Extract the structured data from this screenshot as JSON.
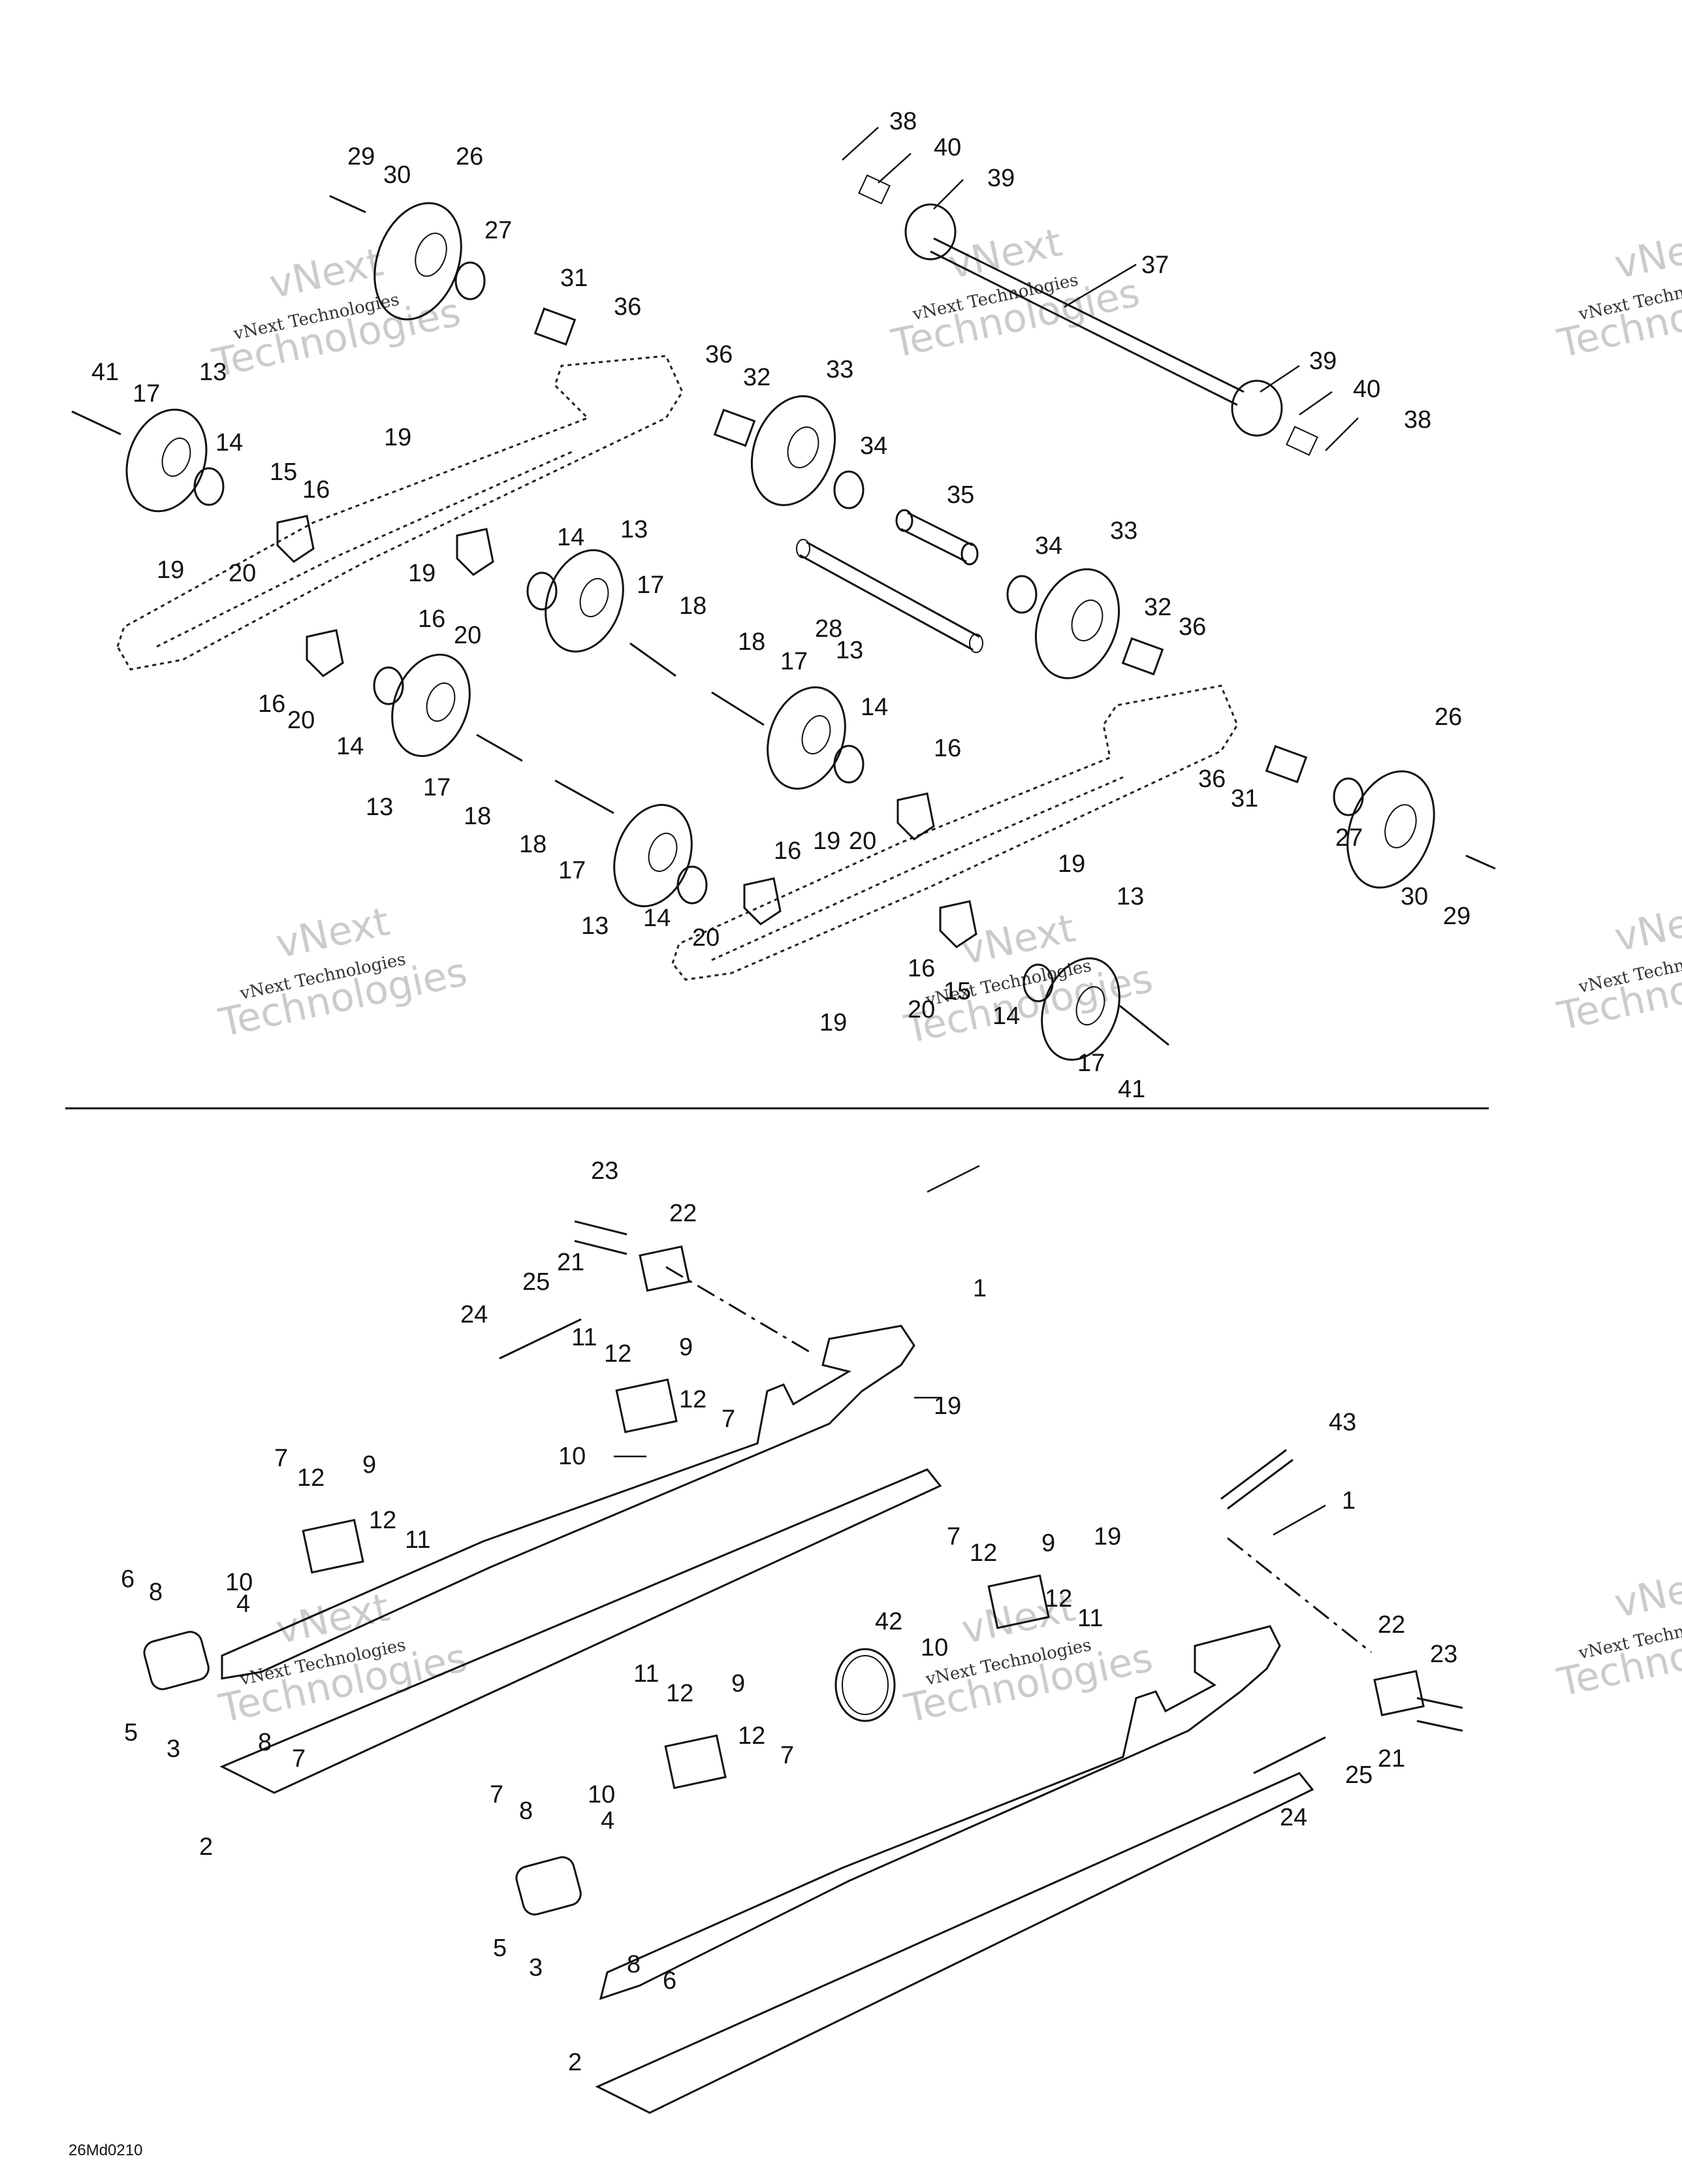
{
  "drawing_code": "26Md0210",
  "watermark": {
    "line1": "vNext Technologies",
    "line2": "vNext",
    "line3": "Technologies"
  },
  "callouts": [
    {
      "id": "c29a",
      "text": "29"
    },
    {
      "id": "c30a",
      "text": "30"
    },
    {
      "id": "c26a",
      "text": "26"
    },
    {
      "id": "c27a",
      "text": "27"
    },
    {
      "id": "c31a",
      "text": "31"
    },
    {
      "id": "c36a",
      "text": "36"
    },
    {
      "id": "c41a",
      "text": "41"
    },
    {
      "id": "c17a",
      "text": "17"
    },
    {
      "id": "c13a",
      "text": "13"
    },
    {
      "id": "c14a",
      "text": "14"
    },
    {
      "id": "c15a",
      "text": "15"
    },
    {
      "id": "c16a",
      "text": "16"
    },
    {
      "id": "c19a",
      "text": "19"
    },
    {
      "id": "c20a",
      "text": "20"
    },
    {
      "id": "c19b",
      "text": "19"
    },
    {
      "id": "c19c",
      "text": "19"
    },
    {
      "id": "c16b",
      "text": "16"
    },
    {
      "id": "c20b",
      "text": "20"
    },
    {
      "id": "c14b",
      "text": "14"
    },
    {
      "id": "c13b",
      "text": "13"
    },
    {
      "id": "c17b",
      "text": "17"
    },
    {
      "id": "c18a",
      "text": "18"
    },
    {
      "id": "c36b",
      "text": "36"
    },
    {
      "id": "c32a",
      "text": "32"
    },
    {
      "id": "c33a",
      "text": "33"
    },
    {
      "id": "c34a",
      "text": "34"
    },
    {
      "id": "c35a",
      "text": "35"
    },
    {
      "id": "c28a",
      "text": "28"
    },
    {
      "id": "c34b",
      "text": "34"
    },
    {
      "id": "c33b",
      "text": "33"
    },
    {
      "id": "c32b",
      "text": "32"
    },
    {
      "id": "c36c",
      "text": "36"
    },
    {
      "id": "c38a",
      "text": "38"
    },
    {
      "id": "c40a",
      "text": "40"
    },
    {
      "id": "c39a",
      "text": "39"
    },
    {
      "id": "c37a",
      "text": "37"
    },
    {
      "id": "c39b",
      "text": "39"
    },
    {
      "id": "c40b",
      "text": "40"
    },
    {
      "id": "c38b",
      "text": "38"
    },
    {
      "id": "c16c",
      "text": "16"
    },
    {
      "id": "c20c",
      "text": "20"
    },
    {
      "id": "c14c",
      "text": "14"
    },
    {
      "id": "c13c",
      "text": "13"
    },
    {
      "id": "c17c",
      "text": "17"
    },
    {
      "id": "c18b",
      "text": "18"
    },
    {
      "id": "c18c",
      "text": "18"
    },
    {
      "id": "c17d",
      "text": "17"
    },
    {
      "id": "c13d",
      "text": "13"
    },
    {
      "id": "c14d",
      "text": "14"
    },
    {
      "id": "c16d",
      "text": "16"
    },
    {
      "id": "c19d",
      "text": "19"
    },
    {
      "id": "c20d",
      "text": "20"
    },
    {
      "id": "c19e",
      "text": "19"
    },
    {
      "id": "c18d",
      "text": "18"
    },
    {
      "id": "c17e",
      "text": "17"
    },
    {
      "id": "c13e",
      "text": "13"
    },
    {
      "id": "c14e",
      "text": "14"
    },
    {
      "id": "c16e",
      "text": "16"
    },
    {
      "id": "c20e",
      "text": "20"
    },
    {
      "id": "c19f",
      "text": "19"
    },
    {
      "id": "c16f",
      "text": "16"
    },
    {
      "id": "c15b",
      "text": "15"
    },
    {
      "id": "c20f",
      "text": "20"
    },
    {
      "id": "c14f",
      "text": "14"
    },
    {
      "id": "c13f",
      "text": "13"
    },
    {
      "id": "c17f",
      "text": "17"
    },
    {
      "id": "c41b",
      "text": "41"
    },
    {
      "id": "c36d",
      "text": "36"
    },
    {
      "id": "c31b",
      "text": "31"
    },
    {
      "id": "c26b",
      "text": "26"
    },
    {
      "id": "c27b",
      "text": "27"
    },
    {
      "id": "c30b",
      "text": "30"
    },
    {
      "id": "c29b",
      "text": "29"
    },
    {
      "id": "c23a",
      "text": "23"
    },
    {
      "id": "c22a",
      "text": "22"
    },
    {
      "id": "c21a",
      "text": "21"
    },
    {
      "id": "c25a",
      "text": "25"
    },
    {
      "id": "c24a",
      "text": "24"
    },
    {
      "id": "c1a",
      "text": "1"
    },
    {
      "id": "c11a",
      "text": "11"
    },
    {
      "id": "c12a",
      "text": "12"
    },
    {
      "id": "c9a",
      "text": "9"
    },
    {
      "id": "c12b",
      "text": "12"
    },
    {
      "id": "c19g",
      "text": "19"
    },
    {
      "id": "c7a",
      "text": "7"
    },
    {
      "id": "c10a",
      "text": "10"
    },
    {
      "id": "c7b",
      "text": "7"
    },
    {
      "id": "c12c",
      "text": "12"
    },
    {
      "id": "c9b",
      "text": "9"
    },
    {
      "id": "c12d",
      "text": "12"
    },
    {
      "id": "c11b",
      "text": "11"
    },
    {
      "id": "c10b",
      "text": "10"
    },
    {
      "id": "c6a",
      "text": "6"
    },
    {
      "id": "c8a",
      "text": "8"
    },
    {
      "id": "c4a",
      "text": "4"
    },
    {
      "id": "c5a",
      "text": "5"
    },
    {
      "id": "c3a",
      "text": "3"
    },
    {
      "id": "c8b",
      "text": "8"
    },
    {
      "id": "c7c",
      "text": "7"
    },
    {
      "id": "c2a",
      "text": "2"
    },
    {
      "id": "c43a",
      "text": "43"
    },
    {
      "id": "c1b",
      "text": "1"
    },
    {
      "id": "c19h",
      "text": "19"
    },
    {
      "id": "c7d",
      "text": "7"
    },
    {
      "id": "c12e",
      "text": "12"
    },
    {
      "id": "c9c",
      "text": "9"
    },
    {
      "id": "c12f",
      "text": "12"
    },
    {
      "id": "c11c",
      "text": "11"
    },
    {
      "id": "c10c",
      "text": "10"
    },
    {
      "id": "c42a",
      "text": "42"
    },
    {
      "id": "c11d",
      "text": "11"
    },
    {
      "id": "c12g",
      "text": "12"
    },
    {
      "id": "c9d",
      "text": "9"
    },
    {
      "id": "c12h",
      "text": "12"
    },
    {
      "id": "c7e",
      "text": "7"
    },
    {
      "id": "c10d",
      "text": "10"
    },
    {
      "id": "c7f",
      "text": "7"
    },
    {
      "id": "c8c",
      "text": "8"
    },
    {
      "id": "c4b",
      "text": "4"
    },
    {
      "id": "c5b",
      "text": "5"
    },
    {
      "id": "c3b",
      "text": "3"
    },
    {
      "id": "c8d",
      "text": "8"
    },
    {
      "id": "c6b",
      "text": "6"
    },
    {
      "id": "c2b",
      "text": "2"
    },
    {
      "id": "c22b",
      "text": "22"
    },
    {
      "id": "c23b",
      "text": "23"
    },
    {
      "id": "c25b",
      "text": "25"
    },
    {
      "id": "c21b",
      "text": "21"
    },
    {
      "id": "c24b",
      "text": "24"
    }
  ]
}
